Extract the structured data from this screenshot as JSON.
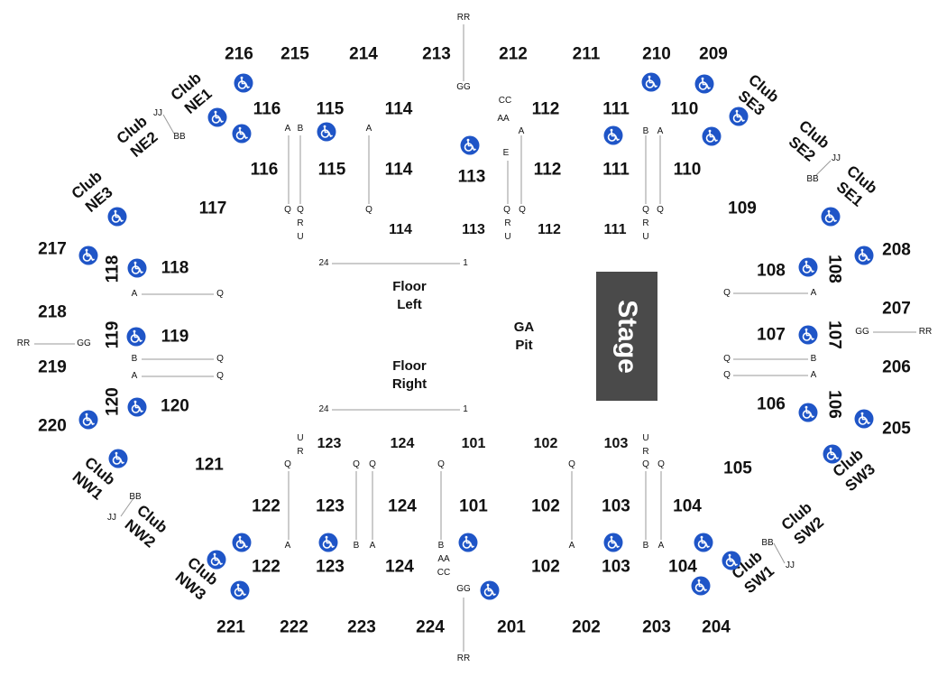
{
  "stage": {
    "label": "Stage"
  },
  "zones": [
    {
      "id": "ga-pit",
      "lines": [
        "GA",
        "Pit"
      ]
    },
    {
      "id": "floor-left",
      "lines": [
        "Floor",
        "Left"
      ]
    },
    {
      "id": "floor-right",
      "lines": [
        "Floor",
        "Right"
      ]
    }
  ],
  "sections": [
    {
      "label": "216"
    },
    {
      "label": "215"
    },
    {
      "label": "214"
    },
    {
      "label": "213"
    },
    {
      "label": "212"
    },
    {
      "label": "211"
    },
    {
      "label": "210"
    },
    {
      "label": "209"
    },
    {
      "label": "116"
    },
    {
      "label": "115"
    },
    {
      "label": "114"
    },
    {
      "label": "112"
    },
    {
      "label": "111"
    },
    {
      "label": "110"
    },
    {
      "label": "116"
    },
    {
      "label": "115"
    },
    {
      "label": "114"
    },
    {
      "label": "113"
    },
    {
      "label": "112"
    },
    {
      "label": "111"
    },
    {
      "label": "110"
    },
    {
      "label": "117"
    },
    {
      "label": "109"
    },
    {
      "label": "114"
    },
    {
      "label": "113"
    },
    {
      "label": "112"
    },
    {
      "label": "111"
    },
    {
      "label": "217"
    },
    {
      "label": "118"
    },
    {
      "label": "118"
    },
    {
      "label": "108"
    },
    {
      "label": "108"
    },
    {
      "label": "208"
    },
    {
      "label": "218"
    },
    {
      "label": "207"
    },
    {
      "label": "119"
    },
    {
      "label": "119"
    },
    {
      "label": "107"
    },
    {
      "label": "107"
    },
    {
      "label": "219"
    },
    {
      "label": "206"
    },
    {
      "label": "120"
    },
    {
      "label": "120"
    },
    {
      "label": "106"
    },
    {
      "label": "106"
    },
    {
      "label": "220"
    },
    {
      "label": "205"
    },
    {
      "label": "123"
    },
    {
      "label": "124"
    },
    {
      "label": "101"
    },
    {
      "label": "102"
    },
    {
      "label": "103"
    },
    {
      "label": "121"
    },
    {
      "label": "105"
    },
    {
      "label": "122"
    },
    {
      "label": "123"
    },
    {
      "label": "124"
    },
    {
      "label": "101"
    },
    {
      "label": "102"
    },
    {
      "label": "103"
    },
    {
      "label": "104"
    },
    {
      "label": "122"
    },
    {
      "label": "123"
    },
    {
      "label": "124"
    },
    {
      "label": "102"
    },
    {
      "label": "103"
    },
    {
      "label": "104"
    },
    {
      "label": "221"
    },
    {
      "label": "222"
    },
    {
      "label": "223"
    },
    {
      "label": "224"
    },
    {
      "label": "201"
    },
    {
      "label": "202"
    },
    {
      "label": "203"
    },
    {
      "label": "204"
    }
  ],
  "rows": [
    {
      "label": "RR"
    },
    {
      "label": "GG"
    },
    {
      "label": "CC"
    },
    {
      "label": "AA"
    },
    {
      "label": "A"
    },
    {
      "label": "E"
    },
    {
      "label": "Q"
    },
    {
      "label": "R"
    },
    {
      "label": "U"
    },
    {
      "label": "Q"
    },
    {
      "label": "A"
    },
    {
      "label": "B"
    },
    {
      "label": "Q"
    },
    {
      "label": "Q"
    },
    {
      "label": "R"
    },
    {
      "label": "U"
    },
    {
      "label": "A"
    },
    {
      "label": "Q"
    },
    {
      "label": "B"
    },
    {
      "label": "A"
    },
    {
      "label": "Q"
    },
    {
      "label": "R"
    },
    {
      "label": "U"
    },
    {
      "label": "Q"
    },
    {
      "label": "JJ"
    },
    {
      "label": "BB"
    },
    {
      "label": "JJ"
    },
    {
      "label": "BB"
    },
    {
      "label": "24"
    },
    {
      "label": "1"
    },
    {
      "label": "24"
    },
    {
      "label": "1"
    },
    {
      "label": "A"
    },
    {
      "label": "Q"
    },
    {
      "label": "Q"
    },
    {
      "label": "A"
    },
    {
      "label": "RR"
    },
    {
      "label": "GG"
    },
    {
      "label": "GG"
    },
    {
      "label": "RR"
    },
    {
      "label": "B"
    },
    {
      "label": "Q"
    },
    {
      "label": "A"
    },
    {
      "label": "Q"
    },
    {
      "label": "Q"
    },
    {
      "label": "B"
    },
    {
      "label": "Q"
    },
    {
      "label": "A"
    },
    {
      "label": "U"
    },
    {
      "label": "R"
    },
    {
      "label": "Q"
    },
    {
      "label": "A"
    },
    {
      "label": "Q"
    },
    {
      "label": "Q"
    },
    {
      "label": "B"
    },
    {
      "label": "A"
    },
    {
      "label": "Q"
    },
    {
      "label": "B"
    },
    {
      "label": "AA"
    },
    {
      "label": "CC"
    },
    {
      "label": "Q"
    },
    {
      "label": "A"
    },
    {
      "label": "U"
    },
    {
      "label": "R"
    },
    {
      "label": "Q"
    },
    {
      "label": "Q"
    },
    {
      "label": "B"
    },
    {
      "label": "A"
    },
    {
      "label": "BB"
    },
    {
      "label": "JJ"
    },
    {
      "label": "BB"
    },
    {
      "label": "JJ"
    },
    {
      "label": "GG"
    },
    {
      "label": "RR"
    }
  ],
  "clubs": [
    {
      "lines": [
        "Club",
        "NE1"
      ]
    },
    {
      "lines": [
        "Club",
        "NE2"
      ]
    },
    {
      "lines": [
        "Club",
        "NE3"
      ]
    },
    {
      "lines": [
        "Club",
        "SE3"
      ]
    },
    {
      "lines": [
        "Club",
        "SE2"
      ]
    },
    {
      "lines": [
        "Club",
        "SE1"
      ]
    },
    {
      "lines": [
        "Club",
        "NW1"
      ]
    },
    {
      "lines": [
        "Club",
        "NW2"
      ]
    },
    {
      "lines": [
        "Club",
        "NW3"
      ]
    },
    {
      "lines": [
        "Club",
        "SW3"
      ]
    },
    {
      "lines": [
        "Club",
        "SW2"
      ]
    },
    {
      "lines": [
        "Club",
        "SW1"
      ]
    }
  ],
  "accessible_icon": "wheelchair-icon",
  "colors": {
    "stage": "#4a4a4a",
    "accessible": "#1f55c7",
    "row_line": "#9a9a9a"
  }
}
